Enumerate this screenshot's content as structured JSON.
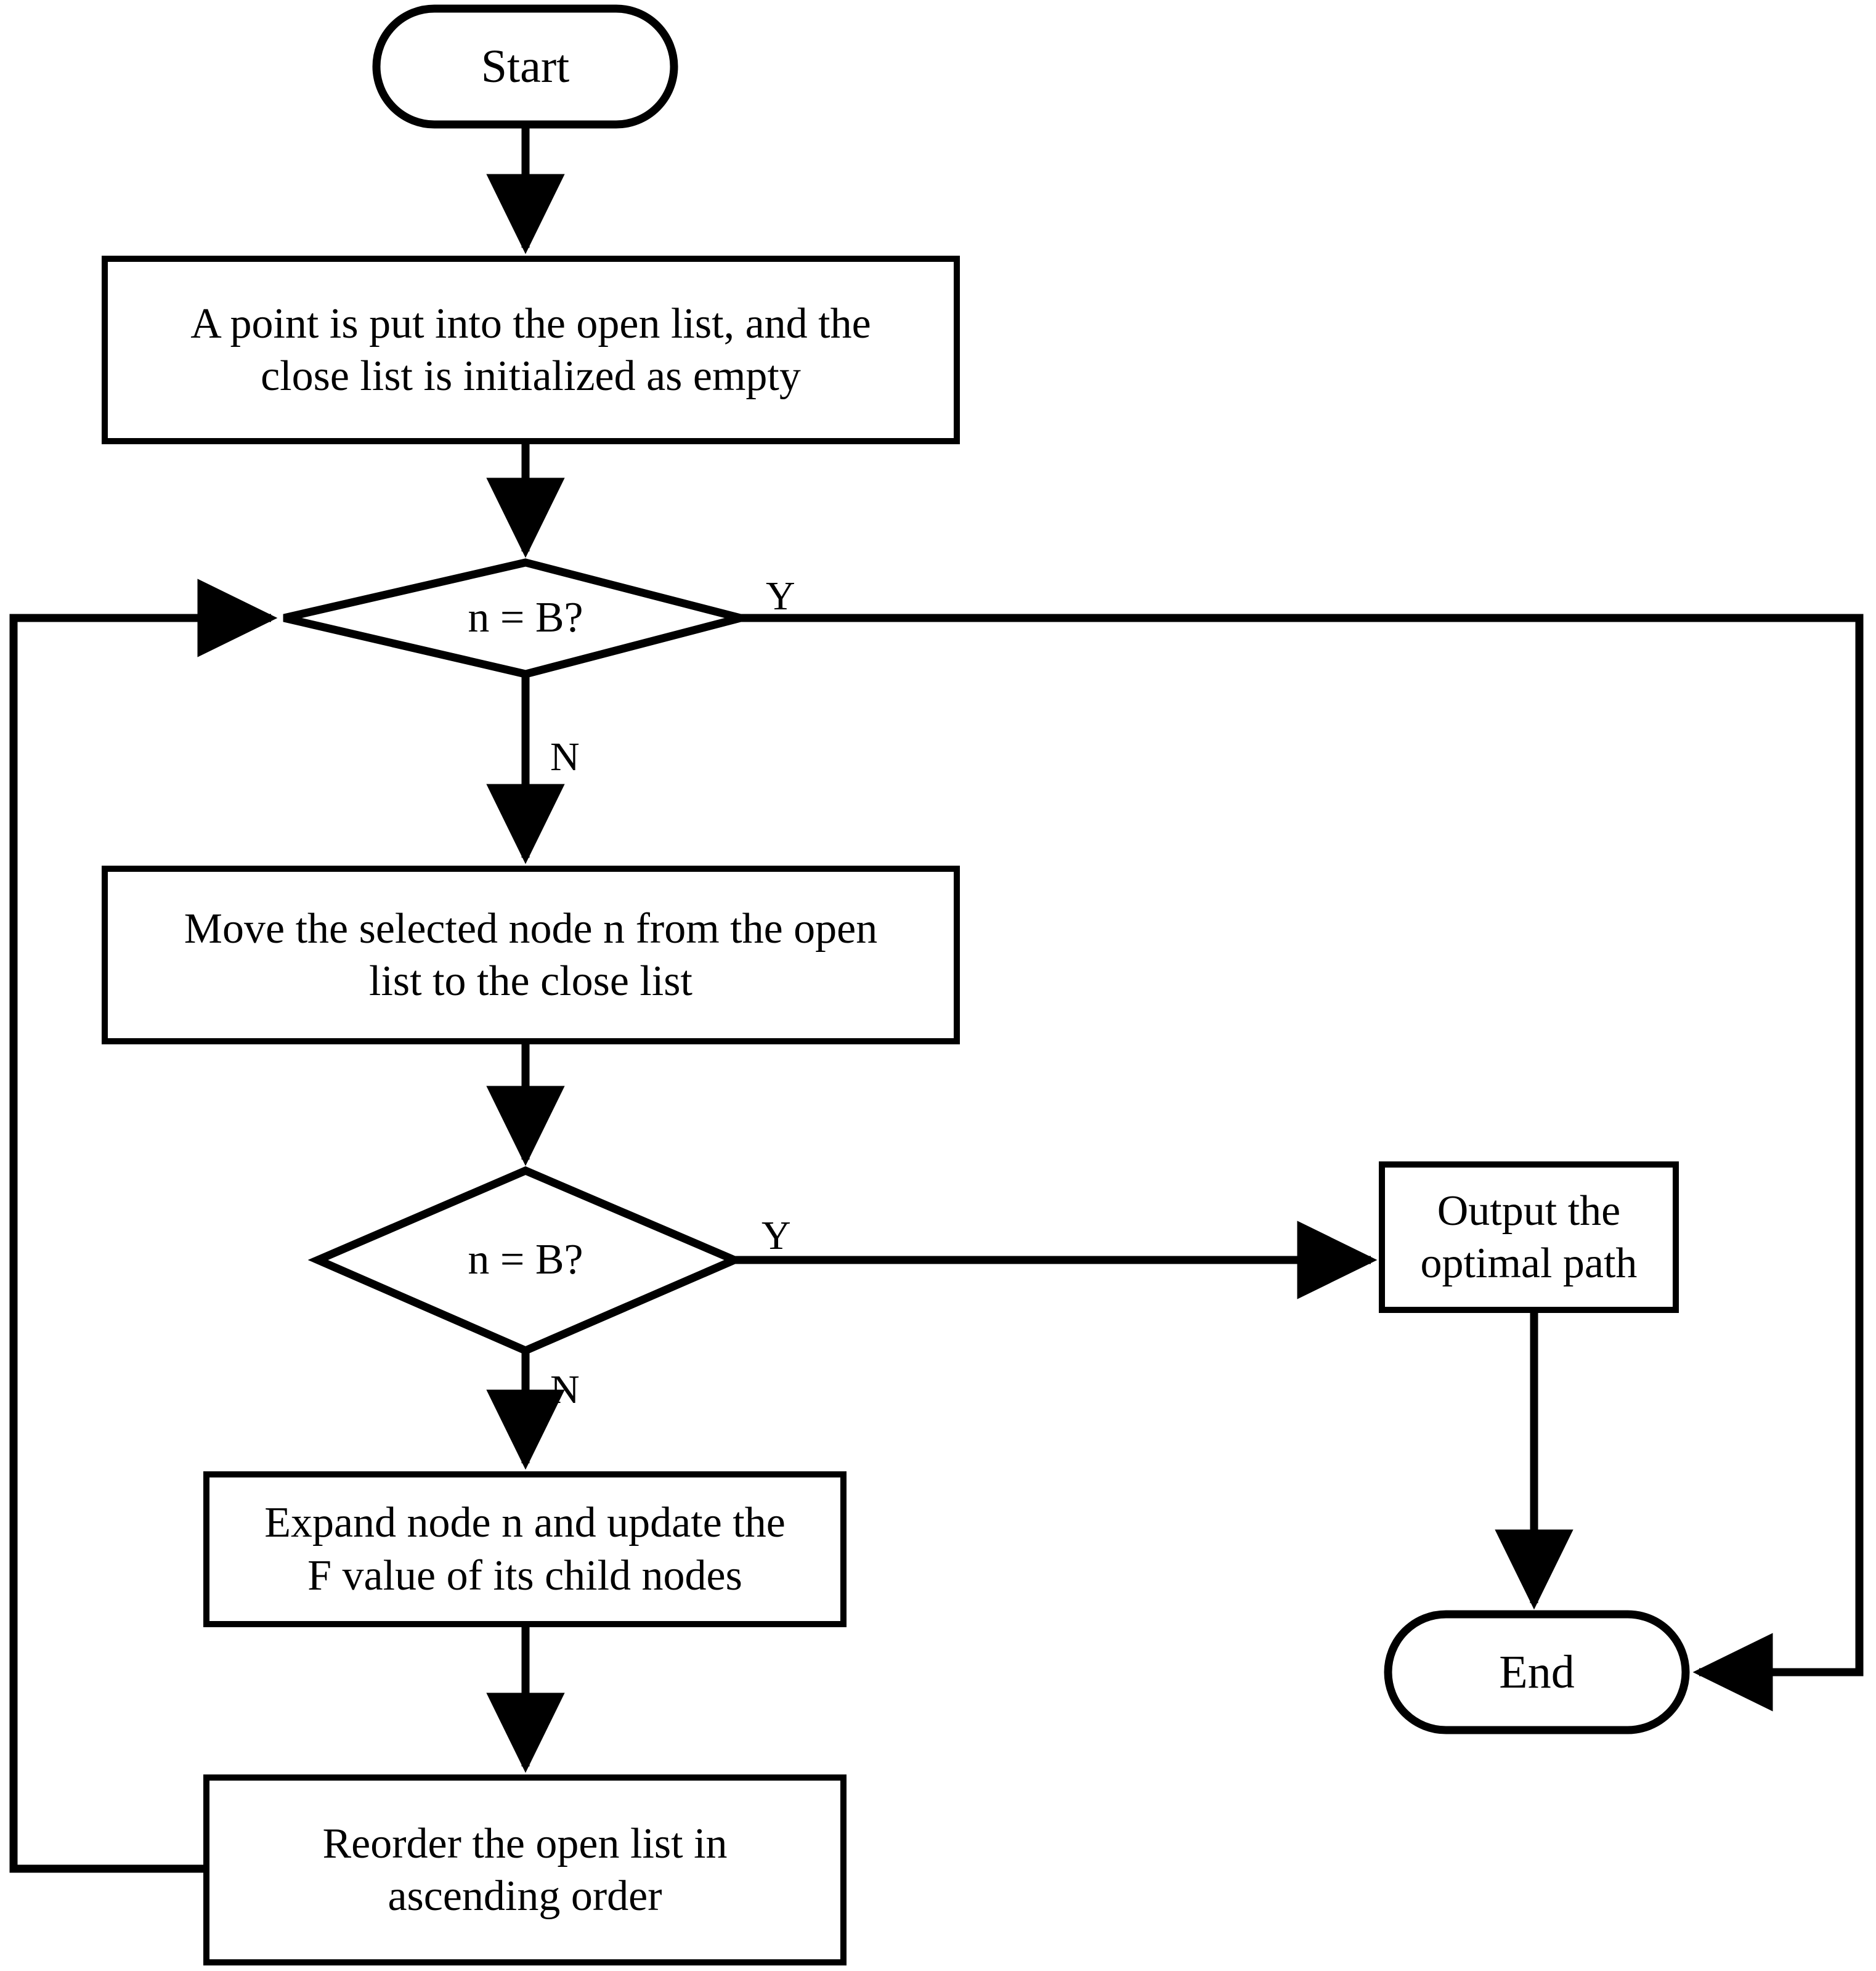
{
  "diagram": {
    "title": "A* path planning algorithm flowchart",
    "type": "flowchart",
    "stroke_color": "#000000",
    "fill_color": "#ffffff",
    "background_color": "#ffffff"
  },
  "nodes": {
    "start": {
      "label": "Start",
      "shape": "terminator"
    },
    "init": {
      "label": "A point is put into the open list, and the\nclose list is initialized as empty",
      "shape": "process"
    },
    "decision1": {
      "label": "n = B?",
      "shape": "decision"
    },
    "move": {
      "label": "Move the selected node n from the open\nlist to the close list",
      "shape": "process"
    },
    "decision2": {
      "label": "n = B?",
      "shape": "decision"
    },
    "output": {
      "label": "Output the\noptimal path",
      "shape": "process"
    },
    "expand": {
      "label": "Expand node n and update the\nF value of its child nodes",
      "shape": "process"
    },
    "reorder": {
      "label": "Reorder the open list in\nascending order",
      "shape": "process"
    },
    "end": {
      "label": "End",
      "shape": "terminator"
    }
  },
  "edge_labels": {
    "decision1_yes": "Y",
    "decision1_no": "N",
    "decision2_yes": "Y",
    "decision2_no": "N"
  },
  "edges": [
    {
      "from": "start",
      "to": "init",
      "label": ""
    },
    {
      "from": "init",
      "to": "decision1",
      "label": ""
    },
    {
      "from": "decision1",
      "to": "end",
      "label": "Y"
    },
    {
      "from": "decision1",
      "to": "move",
      "label": "N"
    },
    {
      "from": "move",
      "to": "decision2",
      "label": ""
    },
    {
      "from": "decision2",
      "to": "output",
      "label": "Y"
    },
    {
      "from": "decision2",
      "to": "expand",
      "label": "N"
    },
    {
      "from": "output",
      "to": "end",
      "label": ""
    },
    {
      "from": "expand",
      "to": "reorder",
      "label": ""
    },
    {
      "from": "reorder",
      "to": "decision1",
      "label": ""
    }
  ]
}
